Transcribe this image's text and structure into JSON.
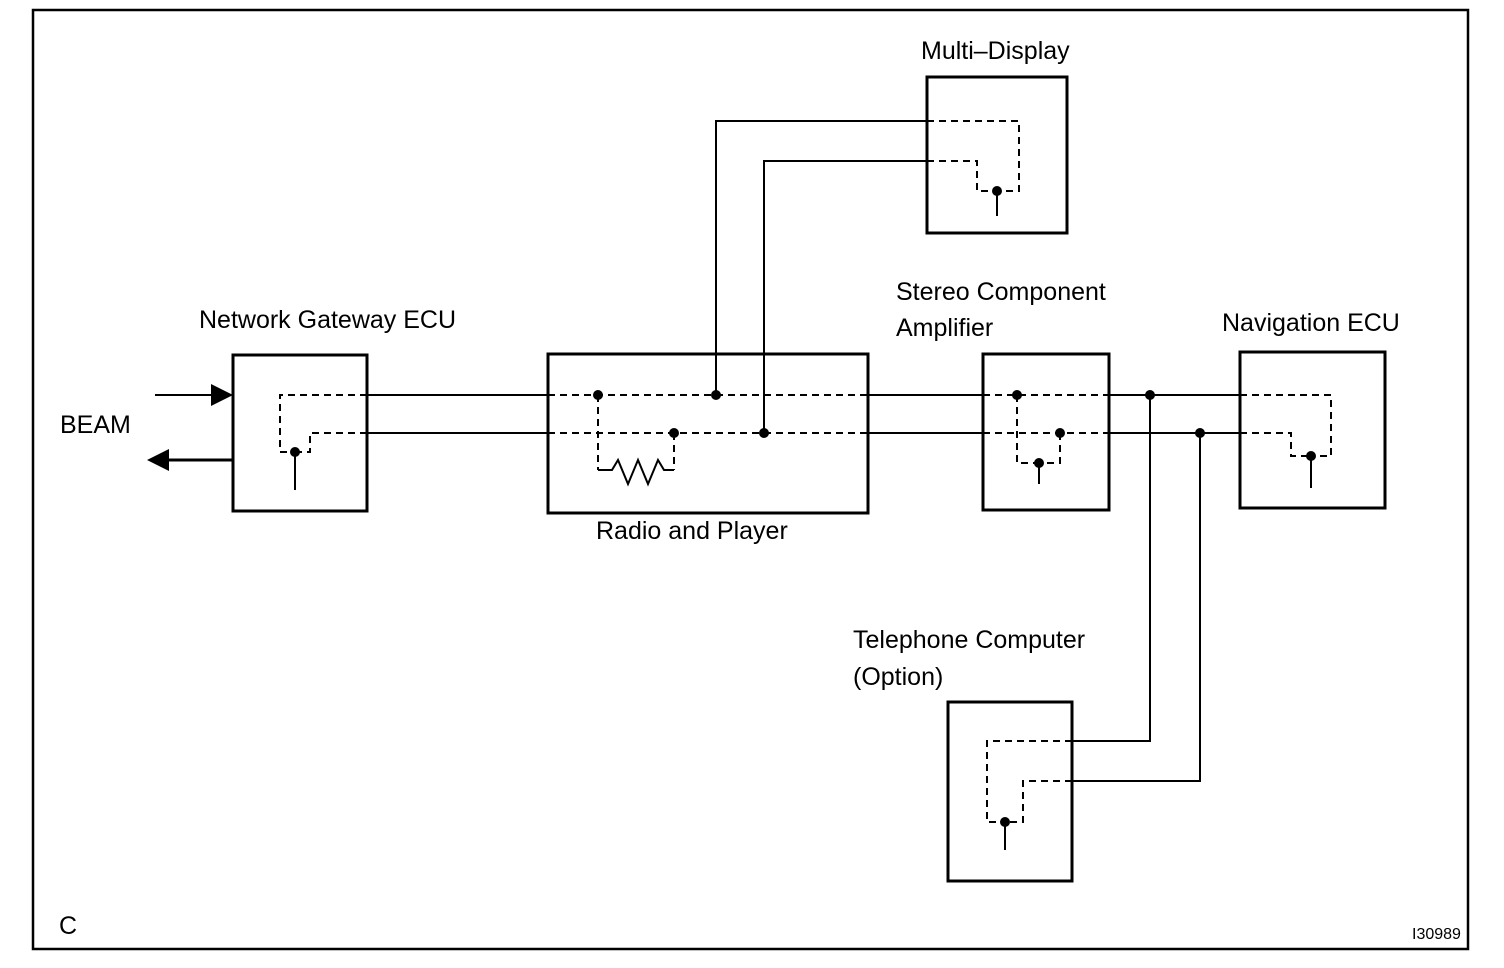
{
  "labels": {
    "beam": "BEAM",
    "network_gateway": "Network Gateway ECU",
    "radio_player": "Radio and Player",
    "multi_display": "Multi–Display",
    "stereo_line1": "Stereo Component",
    "stereo_line2": "Amplifier",
    "navigation": "Navigation ECU",
    "telephone_line1": "Telephone Computer",
    "telephone_line2": "(Option)",
    "corner_letter": "C",
    "figure_code": "I30989"
  }
}
